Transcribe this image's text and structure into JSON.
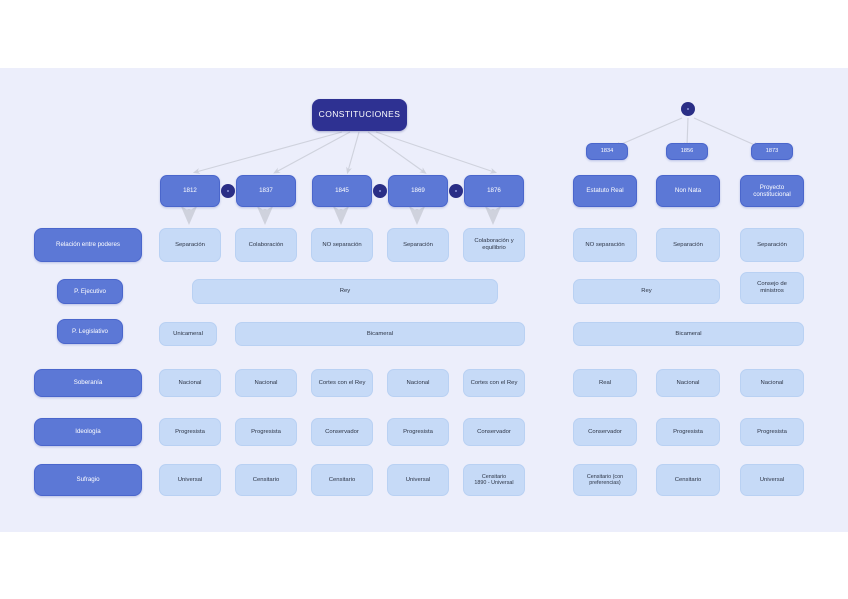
{
  "canvas": {
    "background": "#eceefb",
    "page_background": "#ffffff"
  },
  "palette": {
    "title_navy": "#2e3192",
    "mid_blue": "#5c78d6",
    "light_blue": "#c6daf7",
    "node_navy": "#2a2e86",
    "arrow_gray": "#cfd2dd",
    "text_dark": "#2c3445",
    "text_light": "#ffffff"
  },
  "title_node": {
    "label": "CONSTITUCIONES"
  },
  "right_root": {
    "label": ""
  },
  "row_labels": [
    {
      "label": "Relación entre poderes"
    },
    {
      "label": "P. Ejecutivo"
    },
    {
      "label": "P. Legislativo"
    },
    {
      "label": "Soberanía"
    },
    {
      "label": "Ideología"
    },
    {
      "label": "Sufragio"
    }
  ],
  "left_group": {
    "years": [
      {
        "label": "1812"
      },
      {
        "label": "1837"
      },
      {
        "label": "1845"
      },
      {
        "label": "1869"
      },
      {
        "label": "1876"
      }
    ],
    "relacion_poderes": [
      {
        "label": "Separación"
      },
      {
        "label": "Colaboración"
      },
      {
        "label": "NO separación"
      },
      {
        "label": "Separación"
      },
      {
        "label": "Colaboración y\nequilibrio"
      }
    ],
    "ejecutivo": [
      {
        "label": "Rey"
      }
    ],
    "legislativo": [
      {
        "label": "Unicameral"
      },
      {
        "label": "Bicameral"
      }
    ],
    "soberania": [
      {
        "label": "Nacional"
      },
      {
        "label": "Nacional"
      },
      {
        "label": "Cortes con el Rey"
      },
      {
        "label": "Nacional"
      },
      {
        "label": "Cortes con el Rey"
      }
    ],
    "ideologia": [
      {
        "label": "Progresista"
      },
      {
        "label": "Progresista"
      },
      {
        "label": "Conservador"
      },
      {
        "label": "Progresista"
      },
      {
        "label": "Conservador"
      }
    ],
    "sufragio": [
      {
        "label": "Universal"
      },
      {
        "label": "Censitario"
      },
      {
        "label": "Censitario"
      },
      {
        "label": "Universal"
      },
      {
        "label": "Censitario\n1890 - Universal"
      }
    ]
  },
  "right_group": {
    "years": [
      {
        "label": "1834"
      },
      {
        "label": "1856"
      },
      {
        "label": "1873"
      }
    ],
    "names": [
      {
        "label": "Estatuto Real"
      },
      {
        "label": "Non Nata"
      },
      {
        "label": "Proyecto\nconstitucional"
      }
    ],
    "relacion_poderes": [
      {
        "label": "NO separación"
      },
      {
        "label": "Separación"
      },
      {
        "label": "Separación"
      }
    ],
    "ejecutivo": [
      {
        "label": "Rey"
      },
      {
        "label": "Consejo de\nministros"
      }
    ],
    "legislativo": [
      {
        "label": "Bicameral"
      }
    ],
    "soberania": [
      {
        "label": "Real"
      },
      {
        "label": "Nacional"
      },
      {
        "label": "Nacional"
      }
    ],
    "ideologia": [
      {
        "label": "Conservador"
      },
      {
        "label": "Progresista"
      },
      {
        "label": "Progresista"
      }
    ],
    "sufragio": [
      {
        "label": "Censitario (con\npreferencias)"
      },
      {
        "label": "Censitario"
      },
      {
        "label": "Universal"
      }
    ]
  }
}
